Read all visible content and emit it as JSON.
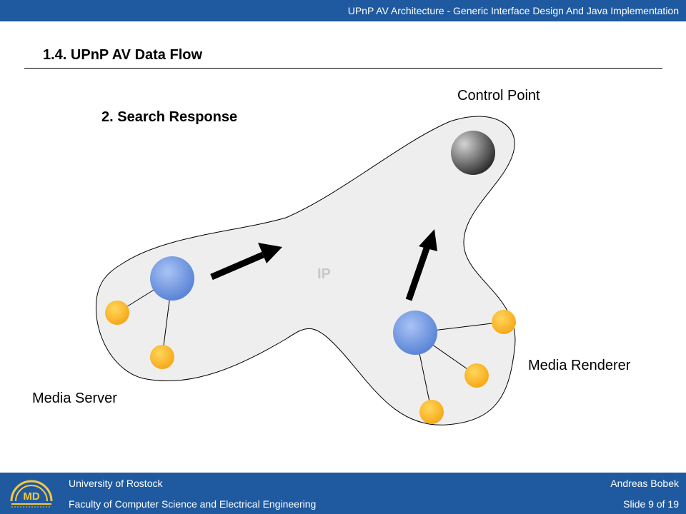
{
  "header": {
    "title": "UPnP AV Architecture - Generic Interface Design And Java Implementation"
  },
  "section": {
    "title": "1.4. UPnP AV Data Flow"
  },
  "diagram": {
    "step": "2. Search Response",
    "network_label": "IP",
    "control_point": "Control Point",
    "media_server": "Media Server",
    "media_renderer": "Media Renderer"
  },
  "footer": {
    "university": "University of Rostock",
    "faculty": "Faculty of Computer Science and Electrical Engineering",
    "author": "Andreas Bobek",
    "slide": "Slide 9 of 19",
    "logo_text": "MD"
  },
  "colors": {
    "bar": "#1f5aa0",
    "network_fill": "#eeeeee",
    "device_blue": "#6f97e3",
    "service_yellow": "#ffbb22"
  }
}
